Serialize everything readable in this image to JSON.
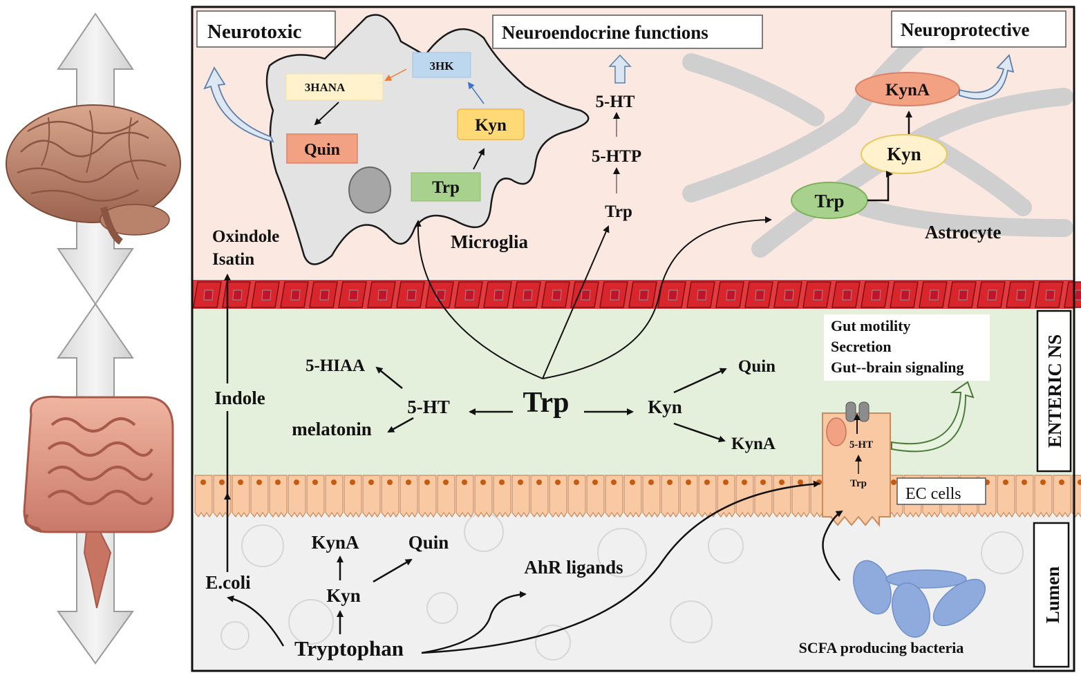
{
  "brain": {
    "neurotoxic": "Neurotoxic",
    "neuroendocrine": "Neuroendocrine functions",
    "neuroprotective": "Neuroprotective",
    "microglia": {
      "label": "Microglia",
      "hk": "3HK",
      "hana": "3HANA",
      "quin": "Quin",
      "kyn": "Kyn",
      "trp": "Trp"
    },
    "serotonin": {
      "ht": "5-HT",
      "htp": "5-HTP",
      "trp": "Trp"
    },
    "astrocyte": {
      "label": "Astrocyte",
      "kyna": "KynA",
      "kyn": "Kyn",
      "trp": "Trp"
    },
    "oxindole": "Oxindole",
    "isatin": "Isatin"
  },
  "enteric": {
    "side_label": "ENTERIC NS",
    "trp": "Trp",
    "ht": "5-HT",
    "hiaa": "5-HIAA",
    "melatonin": "melatonin",
    "kyn": "Kyn",
    "quin": "Quin",
    "kyna": "KynA",
    "indole": "Indole",
    "effects": [
      "Gut motility",
      "Secretion",
      "Gut--brain signaling"
    ],
    "ec_cell": {
      "ht": "5-HT",
      "trp": "Trp",
      "label": "EC cells"
    }
  },
  "lumen": {
    "side_label": "Lumen",
    "ecoli": "E.coli",
    "kyna": "KynA",
    "quin": "Quin",
    "kyn": "Kyn",
    "tryptophan": "Tryptophan",
    "ahr": "AhR ligands",
    "scfa": "SCFA producing bacteria"
  },
  "colors": {
    "brain_bg": "#fbe9e1",
    "enteric_bg": "#e4efdc",
    "lumen_bg": "#f0f0f0",
    "vessel": "#d9262c",
    "epithelium": "#f8c9a3",
    "quin_box": "#f2a183",
    "kyn_box": "#ffd976",
    "trp_box": "#a9d18e",
    "hk_box": "#bdd7ee",
    "hana_box": "#fff2cc",
    "bacteria": "#8faadc"
  }
}
